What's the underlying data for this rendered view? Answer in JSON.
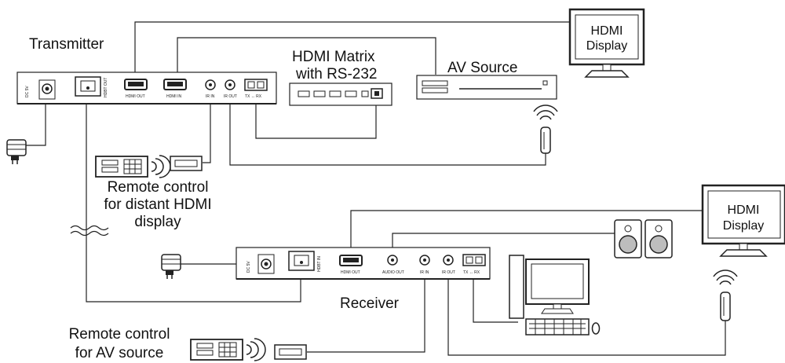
{
  "labels": {
    "transmitter": "Transmitter",
    "matrix_line1": "HDMI Matrix",
    "matrix_line2": "with RS-232",
    "av_source": "AV Source",
    "display_top_line1": "HDMI",
    "display_top_line2": "Display",
    "display_right_line1": "HDMI",
    "display_right_line2": "Display",
    "remote_distant_line1": "Remote control",
    "remote_distant_line2": "for distant HDMI",
    "remote_distant_line3": "display",
    "receiver": "Receiver",
    "remote_av_line1": "Remote control",
    "remote_av_line2": "for AV source"
  },
  "ports": {
    "tx_dc": "DC 5V",
    "tx_hdbt": "HDBT OUT",
    "tx_hdmi_out": "HDMI OUT",
    "tx_hdmi_in": "HDMI IN",
    "tx_ir_in": "IR IN",
    "tx_ir_out": "IR OUT",
    "tx_rs232": "TX ↔ RX",
    "rx_dc": "DC 5V",
    "rx_hdbt": "HDBT IN",
    "rx_hdmi_out": "HDMI OUT",
    "rx_audio_out": "AUDIO OUT",
    "rx_ir_in": "IR IN",
    "rx_ir_out": "IR OUT",
    "rx_rs232": "TX ↔ RX"
  }
}
